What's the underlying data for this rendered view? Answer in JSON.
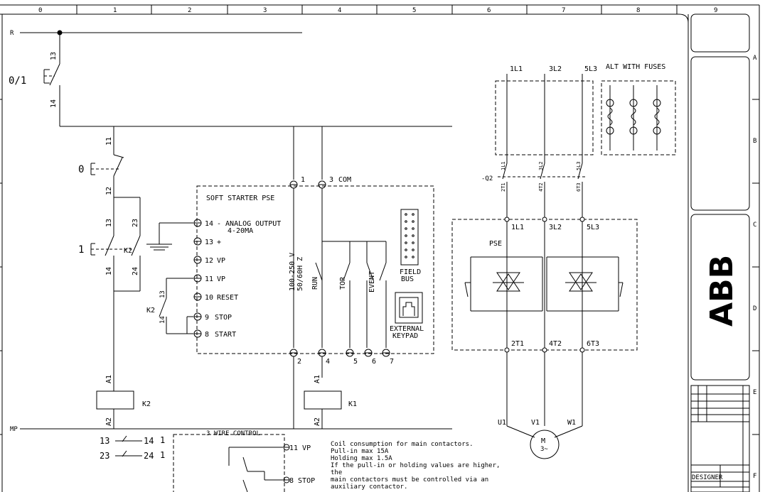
{
  "frame": {
    "columns": [
      "0",
      "1",
      "2",
      "3",
      "4",
      "5",
      "6",
      "7",
      "8",
      "9"
    ],
    "rows": [
      "A",
      "B",
      "C",
      "D",
      "E",
      "F"
    ]
  },
  "rails": {
    "top": "R",
    "bottom": "MP"
  },
  "switch01": {
    "label": "0/1",
    "contact_top": "13",
    "contact_bottom": "14"
  },
  "switch0": {
    "label": "0",
    "contact_top": "11",
    "contact_bottom": "12"
  },
  "switch1": {
    "label": "1",
    "contact_top": "13",
    "contact_bottom": "14"
  },
  "k2_aux": {
    "label": "K2",
    "contact_top": "23",
    "contact_bottom": "24"
  },
  "k2_coil": {
    "name": "K2",
    "a1": "A1",
    "a2": "A2"
  },
  "k1_coil": {
    "name": "K1",
    "a1": "A1",
    "a2": "A2"
  },
  "k2_start": {
    "label": "K2",
    "n_top": "13",
    "n_bottom": "14"
  },
  "softstarter": {
    "title": "SOFT STARTER PSE",
    "terminals": [
      {
        "num": "14",
        "label": "- ANALOG OUTPUT"
      },
      {
        "num": "13",
        "label": "+"
      },
      {
        "num": "12",
        "label": "VP"
      },
      {
        "num": "11",
        "label": "VP"
      },
      {
        "num": "10",
        "label": "RESET"
      },
      {
        "num": "9",
        "label": "STOP"
      },
      {
        "num": "8",
        "label": "START"
      }
    ],
    "analog_sub": "4-20MA",
    "supply_line1": "100-250 V",
    "supply_line2": "50/60H Z",
    "relays": {
      "run": "RUN",
      "tor": "TOR",
      "event": "EVENT"
    },
    "top_terms": {
      "t1": "1",
      "t3": "3",
      "com": "COM"
    },
    "bottom_terms": [
      "2",
      "4",
      "5",
      "6",
      "7"
    ],
    "fieldbus_line1": "FIELD",
    "fieldbus_line2": "BUS",
    "keypad_line1": "EXTERNAL",
    "keypad_line2": "KEYPAD"
  },
  "power": {
    "phases_in": [
      "1L1",
      "3L2",
      "5L3"
    ],
    "fuses_label": "ALT WITH FUSES",
    "q2_label": "-Q2",
    "q2_top": [
      "1L1",
      "3L2",
      "5L3"
    ],
    "q2_bottom": [
      "2T1",
      "4T2",
      "6T3"
    ],
    "pse_label": "PSE",
    "pse_in": [
      "1L1",
      "3L2",
      "5L3"
    ],
    "pse_out": [
      "2T1",
      "4T2",
      "6T3"
    ],
    "motor_terms": [
      "U1",
      "V1",
      "W1"
    ],
    "motor_line1": "M",
    "motor_line2": "3~"
  },
  "three_wire": {
    "title": "3 WIRE CONTROL",
    "term_vp": "11 VP",
    "term_stop": "8 STOP",
    "r1_a": "13",
    "r1_b": "14",
    "r1_c": "1",
    "r2_a": "23",
    "r2_b": "24",
    "r2_c": "1"
  },
  "note": {
    "l1": "Coil consumption for main contactors.",
    "l2": "Pull-in max 15A",
    "l3": "Holding max 1.5A",
    "l4": "If the pull-in or holding values are higher,",
    "l5": "the",
    "l6": "main contactors must be controlled via an",
    "l7": "auxiliary contactor."
  },
  "titleblock": {
    "logo": "ABB",
    "designer": "DESIGNER"
  }
}
